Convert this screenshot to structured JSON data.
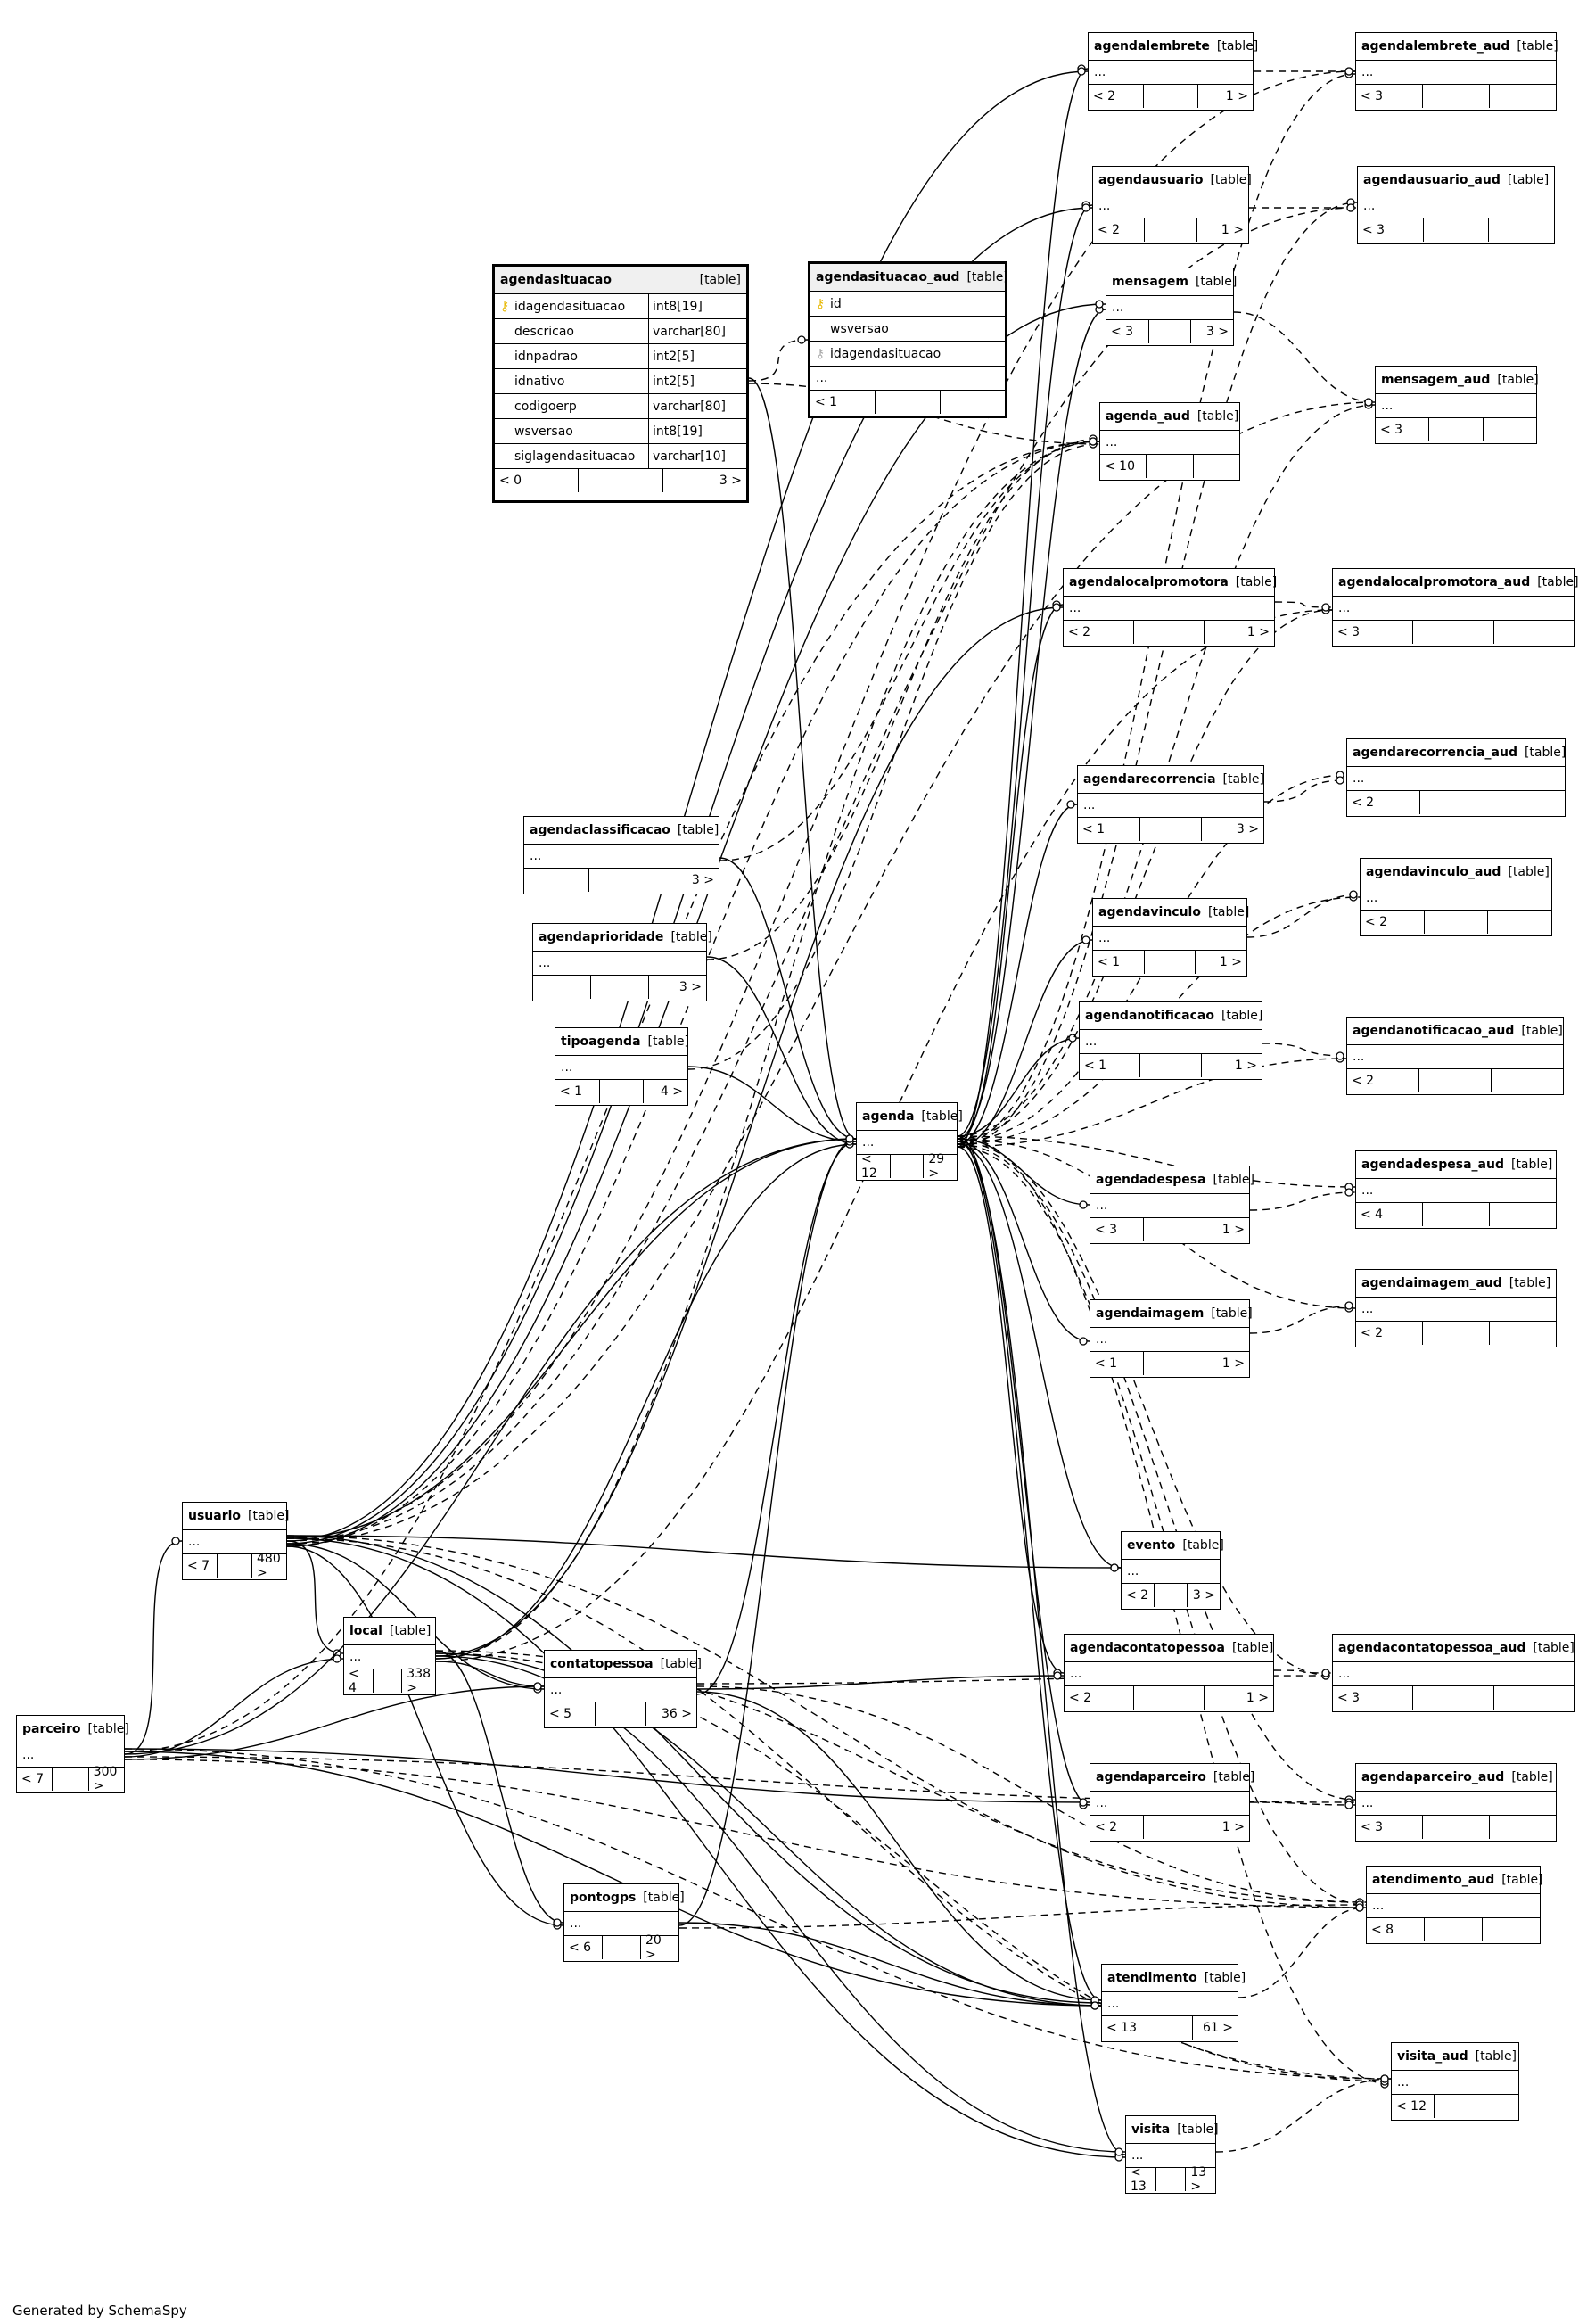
{
  "footer": "Generated by SchemaSpy",
  "type_label": "[table]",
  "tables": [
    {
      "id": "agendasituacao",
      "name": "agendasituacao",
      "detail": true,
      "columns": [
        [
          "idagendasituacao",
          "int8[19]",
          "pk"
        ],
        [
          "descricao",
          "varchar[80]",
          ""
        ],
        [
          "idnpadrao",
          "int2[5]",
          ""
        ],
        [
          "idnativo",
          "int2[5]",
          ""
        ],
        [
          "codigoerp",
          "varchar[80]",
          ""
        ],
        [
          "wsversao",
          "int8[19]",
          ""
        ],
        [
          "siglagendasituacao",
          "varchar[10]",
          ""
        ]
      ],
      "counts": [
        "< 0",
        "",
        "3 >"
      ]
    },
    {
      "id": "agendasituacao_aud",
      "name": "agendasituacao_aud",
      "detail": true,
      "columns": [
        [
          "id",
          "",
          "pk"
        ],
        [
          "wsversao",
          "",
          ""
        ],
        [
          "idagendasituacao",
          "",
          "fk"
        ]
      ],
      "ellipsis": "...",
      "counts": [
        "< 1",
        "",
        ""
      ]
    },
    {
      "id": "agendalembrete",
      "name": "agendalembrete",
      "ellipsis": "...",
      "counts": [
        "< 2",
        "",
        "1 >"
      ]
    },
    {
      "id": "agendalembrete_aud",
      "name": "agendalembrete_aud",
      "ellipsis": "...",
      "counts": [
        "< 3",
        "",
        ""
      ]
    },
    {
      "id": "agendausuario",
      "name": "agendausuario",
      "ellipsis": "...",
      "counts": [
        "< 2",
        "",
        "1 >"
      ]
    },
    {
      "id": "agendausuario_aud",
      "name": "agendausuario_aud",
      "ellipsis": "...",
      "counts": [
        "< 3",
        "",
        ""
      ]
    },
    {
      "id": "mensagem",
      "name": "mensagem",
      "ellipsis": "...",
      "counts": [
        "< 3",
        "",
        "3 >"
      ]
    },
    {
      "id": "mensagem_aud",
      "name": "mensagem_aud",
      "ellipsis": "...",
      "counts": [
        "< 3",
        "",
        ""
      ]
    },
    {
      "id": "agenda_aud",
      "name": "agenda_aud",
      "ellipsis": "...",
      "counts": [
        "< 10",
        "",
        ""
      ]
    },
    {
      "id": "agendalocalpromotora",
      "name": "agendalocalpromotora",
      "ellipsis": "...",
      "counts": [
        "< 2",
        "",
        "1 >"
      ]
    },
    {
      "id": "agendalocalpromotora_aud",
      "name": "agendalocalpromotora_aud",
      "ellipsis": "...",
      "counts": [
        "< 3",
        "",
        ""
      ]
    },
    {
      "id": "agendarecorrencia",
      "name": "agendarecorrencia",
      "ellipsis": "...",
      "counts": [
        "< 1",
        "",
        "3 >"
      ]
    },
    {
      "id": "agendarecorrencia_aud",
      "name": "agendarecorrencia_aud",
      "ellipsis": "...",
      "counts": [
        "< 2",
        "",
        ""
      ]
    },
    {
      "id": "agendaclassificacao",
      "name": "agendaclassificacao",
      "ellipsis": "...",
      "counts": [
        "",
        "",
        "3 >"
      ]
    },
    {
      "id": "agendaprioridade",
      "name": "agendaprioridade",
      "ellipsis": "...",
      "counts": [
        "",
        "",
        "3 >"
      ]
    },
    {
      "id": "tipoagenda",
      "name": "tipoagenda",
      "ellipsis": "...",
      "counts": [
        "< 1",
        "",
        "4 >"
      ]
    },
    {
      "id": "agendavinculo",
      "name": "agendavinculo",
      "ellipsis": "...",
      "counts": [
        "< 1",
        "",
        "1 >"
      ]
    },
    {
      "id": "agendavinculo_aud",
      "name": "agendavinculo_aud",
      "ellipsis": "...",
      "counts": [
        "< 2",
        "",
        ""
      ]
    },
    {
      "id": "agendanotificacao",
      "name": "agendanotificacao",
      "ellipsis": "...",
      "counts": [
        "< 1",
        "",
        "1 >"
      ]
    },
    {
      "id": "agendanotificacao_aud",
      "name": "agendanotificacao_aud",
      "ellipsis": "...",
      "counts": [
        "< 2",
        "",
        ""
      ]
    },
    {
      "id": "agenda",
      "name": "agenda",
      "ellipsis": "...",
      "counts": [
        "< 12",
        "",
        "29 >"
      ]
    },
    {
      "id": "agendadespesa",
      "name": "agendadespesa",
      "ellipsis": "...",
      "counts": [
        "< 3",
        "",
        "1 >"
      ]
    },
    {
      "id": "agendadespesa_aud",
      "name": "agendadespesa_aud",
      "ellipsis": "...",
      "counts": [
        "< 4",
        "",
        ""
      ]
    },
    {
      "id": "agendaimagem",
      "name": "agendaimagem",
      "ellipsis": "...",
      "counts": [
        "< 1",
        "",
        "1 >"
      ]
    },
    {
      "id": "agendaimagem_aud",
      "name": "agendaimagem_aud",
      "ellipsis": "...",
      "counts": [
        "< 2",
        "",
        ""
      ]
    },
    {
      "id": "usuario",
      "name": "usuario",
      "ellipsis": "...",
      "counts": [
        "< 7",
        "",
        "480 >"
      ]
    },
    {
      "id": "evento",
      "name": "evento",
      "ellipsis": "...",
      "counts": [
        "< 2",
        "",
        "3 >"
      ]
    },
    {
      "id": "agendacontatopessoa",
      "name": "agendacontatopessoa",
      "ellipsis": "...",
      "counts": [
        "< 2",
        "",
        "1 >"
      ]
    },
    {
      "id": "agendacontatopessoa_aud",
      "name": "agendacontatopessoa_aud",
      "ellipsis": "...",
      "counts": [
        "< 3",
        "",
        ""
      ]
    },
    {
      "id": "local",
      "name": "local",
      "ellipsis": "...",
      "counts": [
        "< 4",
        "",
        "338 >"
      ]
    },
    {
      "id": "contatopessoa",
      "name": "contatopessoa",
      "ellipsis": "...",
      "counts": [
        "< 5",
        "",
        "36 >"
      ]
    },
    {
      "id": "parceiro",
      "name": "parceiro",
      "ellipsis": "...",
      "counts": [
        "< 7",
        "",
        "300 >"
      ]
    },
    {
      "id": "agendaparceiro",
      "name": "agendaparceiro",
      "ellipsis": "...",
      "counts": [
        "< 2",
        "",
        "1 >"
      ]
    },
    {
      "id": "agendaparceiro_aud",
      "name": "agendaparceiro_aud",
      "ellipsis": "...",
      "counts": [
        "< 3",
        "",
        ""
      ]
    },
    {
      "id": "atendimento_aud",
      "name": "atendimento_aud",
      "ellipsis": "...",
      "counts": [
        "< 8",
        "",
        ""
      ]
    },
    {
      "id": "pontogps",
      "name": "pontogps",
      "ellipsis": "...",
      "counts": [
        "< 6",
        "",
        "20 >"
      ]
    },
    {
      "id": "atendimento",
      "name": "atendimento",
      "ellipsis": "...",
      "counts": [
        "< 13",
        "",
        "61 >"
      ]
    },
    {
      "id": "visita_aud",
      "name": "visita_aud",
      "ellipsis": "...",
      "counts": [
        "< 12",
        "",
        ""
      ]
    },
    {
      "id": "visita",
      "name": "visita",
      "ellipsis": "...",
      "counts": [
        "< 13",
        "",
        "13 >"
      ]
    }
  ],
  "edges": [
    [
      "agendasituacao",
      "agenda",
      "solid"
    ],
    [
      "agendasituacao",
      "agendasituacao_aud",
      "dashed"
    ],
    [
      "agendasituacao",
      "agenda_aud",
      "dashed"
    ],
    [
      "agendaclassificacao",
      "agenda",
      "solid"
    ],
    [
      "agendaclassificacao",
      "agenda_aud",
      "dashed"
    ],
    [
      "agendaprioridade",
      "agenda",
      "solid"
    ],
    [
      "agendaprioridade",
      "agenda_aud",
      "dashed"
    ],
    [
      "tipoagenda",
      "agenda",
      "solid"
    ],
    [
      "tipoagenda",
      "agenda_aud",
      "dashed"
    ],
    [
      "agenda",
      "agendalembrete",
      "solid"
    ],
    [
      "agenda",
      "agendausuario",
      "solid"
    ],
    [
      "agenda",
      "mensagem",
      "solid"
    ],
    [
      "agenda",
      "agendalocalpromotora",
      "solid"
    ],
    [
      "agenda",
      "agendarecorrencia",
      "solid"
    ],
    [
      "agenda",
      "agendavinculo",
      "solid"
    ],
    [
      "agenda",
      "agendanotificacao",
      "solid"
    ],
    [
      "agenda",
      "agendadespesa",
      "solid"
    ],
    [
      "agenda",
      "agendaimagem",
      "solid"
    ],
    [
      "agenda",
      "evento",
      "solid"
    ],
    [
      "agenda",
      "agendacontatopessoa",
      "solid"
    ],
    [
      "agenda",
      "agendaparceiro",
      "solid"
    ],
    [
      "agenda",
      "atendimento",
      "solid"
    ],
    [
      "agenda",
      "visita",
      "solid"
    ],
    [
      "agenda",
      "agendalembrete_aud",
      "dashed"
    ],
    [
      "agenda",
      "agendausuario_aud",
      "dashed"
    ],
    [
      "agenda",
      "mensagem_aud",
      "dashed"
    ],
    [
      "agenda",
      "agendalocalpromotora_aud",
      "dashed"
    ],
    [
      "agenda",
      "agendarecorrencia_aud",
      "dashed"
    ],
    [
      "agenda",
      "agendavinculo_aud",
      "dashed"
    ],
    [
      "agenda",
      "agendanotificacao_aud",
      "dashed"
    ],
    [
      "agenda",
      "agendadespesa_aud",
      "dashed"
    ],
    [
      "agenda",
      "agendaimagem_aud",
      "dashed"
    ],
    [
      "agenda",
      "agendacontatopessoa_aud",
      "dashed"
    ],
    [
      "agenda",
      "agendaparceiro_aud",
      "dashed"
    ],
    [
      "agenda",
      "atendimento_aud",
      "dashed"
    ],
    [
      "agenda",
      "visita_aud",
      "dashed"
    ],
    [
      "usuario",
      "agenda",
      "solid"
    ],
    [
      "usuario",
      "agendalembrete",
      "solid"
    ],
    [
      "usuario",
      "agendausuario",
      "solid"
    ],
    [
      "usuario",
      "mensagem",
      "solid"
    ],
    [
      "usuario",
      "atendimento",
      "solid"
    ],
    [
      "usuario",
      "visita",
      "solid"
    ],
    [
      "usuario",
      "local",
      "solid"
    ],
    [
      "usuario",
      "contatopessoa",
      "solid"
    ],
    [
      "usuario",
      "pontogps",
      "solid"
    ],
    [
      "usuario",
      "evento",
      "solid"
    ],
    [
      "usuario",
      "agendalembrete_aud",
      "dashed"
    ],
    [
      "usuario",
      "agendausuario_aud",
      "dashed"
    ],
    [
      "usuario",
      "mensagem_aud",
      "dashed"
    ],
    [
      "usuario",
      "agenda_aud",
      "dashed"
    ],
    [
      "usuario",
      "atendimento_aud",
      "dashed"
    ],
    [
      "usuario",
      "visita_aud",
      "dashed"
    ],
    [
      "local",
      "agendalocalpromotora",
      "solid"
    ],
    [
      "local",
      "agenda",
      "solid"
    ],
    [
      "local",
      "contatopessoa",
      "solid"
    ],
    [
      "local",
      "pontogps",
      "solid"
    ],
    [
      "local",
      "atendimento",
      "solid"
    ],
    [
      "local",
      "visita",
      "solid"
    ],
    [
      "local",
      "agenda_aud",
      "dashed"
    ],
    [
      "local",
      "agendalocalpromotora_aud",
      "dashed"
    ],
    [
      "local",
      "atendimento_aud",
      "dashed"
    ],
    [
      "local",
      "visita_aud",
      "dashed"
    ],
    [
      "contatopessoa",
      "agendacontatopessoa",
      "solid"
    ],
    [
      "contatopessoa",
      "atendimento",
      "solid"
    ],
    [
      "contatopessoa",
      "agenda",
      "solid"
    ],
    [
      "contatopessoa",
      "agendacontatopessoa_aud",
      "dashed"
    ],
    [
      "contatopessoa",
      "atendimento_aud",
      "dashed"
    ],
    [
      "parceiro",
      "usuario",
      "solid"
    ],
    [
      "parceiro",
      "local",
      "solid"
    ],
    [
      "parceiro",
      "contatopessoa",
      "solid"
    ],
    [
      "parceiro",
      "agendaparceiro",
      "solid"
    ],
    [
      "parceiro",
      "atendimento",
      "solid"
    ],
    [
      "parceiro",
      "agenda",
      "solid"
    ],
    [
      "parceiro",
      "agendaparceiro_aud",
      "dashed"
    ],
    [
      "parceiro",
      "atendimento_aud",
      "dashed"
    ],
    [
      "parceiro",
      "visita_aud",
      "dashed"
    ],
    [
      "parceiro",
      "agenda_aud",
      "dashed"
    ],
    [
      "pontogps",
      "atendimento",
      "solid"
    ],
    [
      "pontogps",
      "agenda",
      "solid"
    ],
    [
      "pontogps",
      "atendimento_aud",
      "dashed"
    ],
    [
      "atendimento",
      "atendimento_aud",
      "dashed"
    ],
    [
      "visita",
      "visita_aud",
      "dashed"
    ],
    [
      "agendalembrete",
      "agendalembrete_aud",
      "dashed"
    ],
    [
      "agendausuario",
      "agendausuario_aud",
      "dashed"
    ],
    [
      "mensagem",
      "mensagem_aud",
      "dashed"
    ],
    [
      "agendalocalpromotora",
      "agendalocalpromotora_aud",
      "dashed"
    ],
    [
      "agendarecorrencia",
      "agendarecorrencia_aud",
      "dashed"
    ],
    [
      "agendavinculo",
      "agendavinculo_aud",
      "dashed"
    ],
    [
      "agendanotificacao",
      "agendanotificacao_aud",
      "dashed"
    ],
    [
      "agendadespesa",
      "agendadespesa_aud",
      "dashed"
    ],
    [
      "agendaimagem",
      "agendaimagem_aud",
      "dashed"
    ],
    [
      "agendacontatopessoa",
      "agendacontatopessoa_aud",
      "dashed"
    ],
    [
      "agendaparceiro",
      "agendaparceiro_aud",
      "dashed"
    ]
  ]
}
